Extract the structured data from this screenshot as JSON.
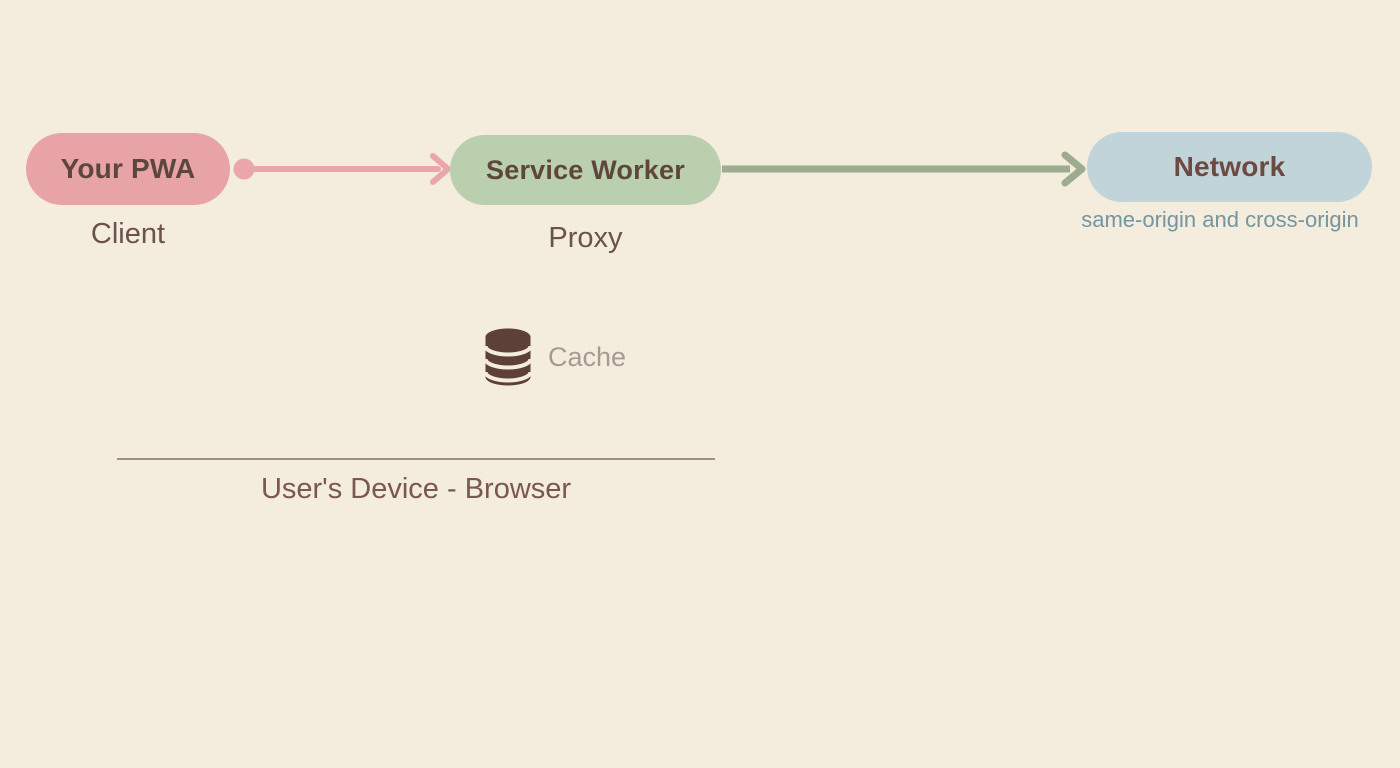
{
  "canvas": {
    "background_color": "#f4ecdd"
  },
  "diagram": {
    "nodes": [
      {
        "id": "your-pwa",
        "label": "Your PWA",
        "sublabel": "Client",
        "pill_color": "#e8a3a7",
        "label_color": "#5e4640",
        "sublabel_color": "#6b534d"
      },
      {
        "id": "service-worker",
        "label": "Service Worker",
        "sublabel": "Proxy",
        "pill_color": "#b9cfae",
        "label_color": "#5e463c",
        "sublabel_color": "#6b534d"
      },
      {
        "id": "network",
        "label": "Network",
        "sublabel": "same-origin and cross-origin",
        "pill_color": "#c0d4d9",
        "label_color": "#6d4a41",
        "sublabel_color": "#7396a2"
      }
    ],
    "connectors": [
      {
        "from": "your-pwa",
        "to": "service-worker",
        "color": "#eaa6aa",
        "start_style": "dot",
        "end_style": "arrow"
      },
      {
        "from": "service-worker",
        "to": "network",
        "color": "#9dac8e",
        "start_style": "none",
        "end_style": "arrow"
      }
    ],
    "cache": {
      "label": "Cache",
      "icon": "database-icon",
      "icon_color": "#5d4037",
      "label_color": "#a89a90"
    },
    "device_boundary": {
      "label": "User's Device - Browser",
      "line_color": "#a18d86",
      "label_color": "#7a574f"
    }
  }
}
